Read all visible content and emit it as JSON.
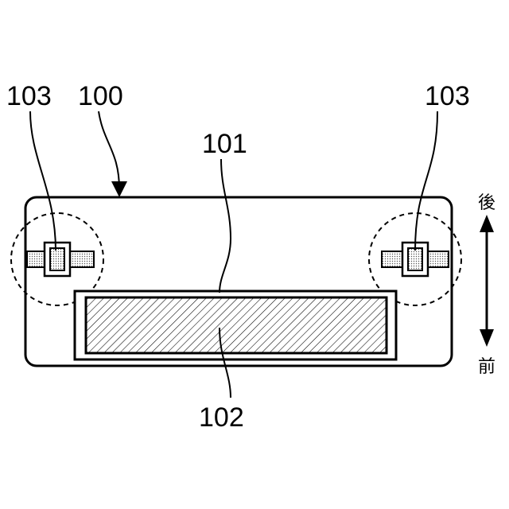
{
  "labels": {
    "connector_left": "103",
    "connector_right": "103",
    "device": "100",
    "frame": "101",
    "panel": "102"
  },
  "direction": {
    "back": "後",
    "front": "前"
  }
}
